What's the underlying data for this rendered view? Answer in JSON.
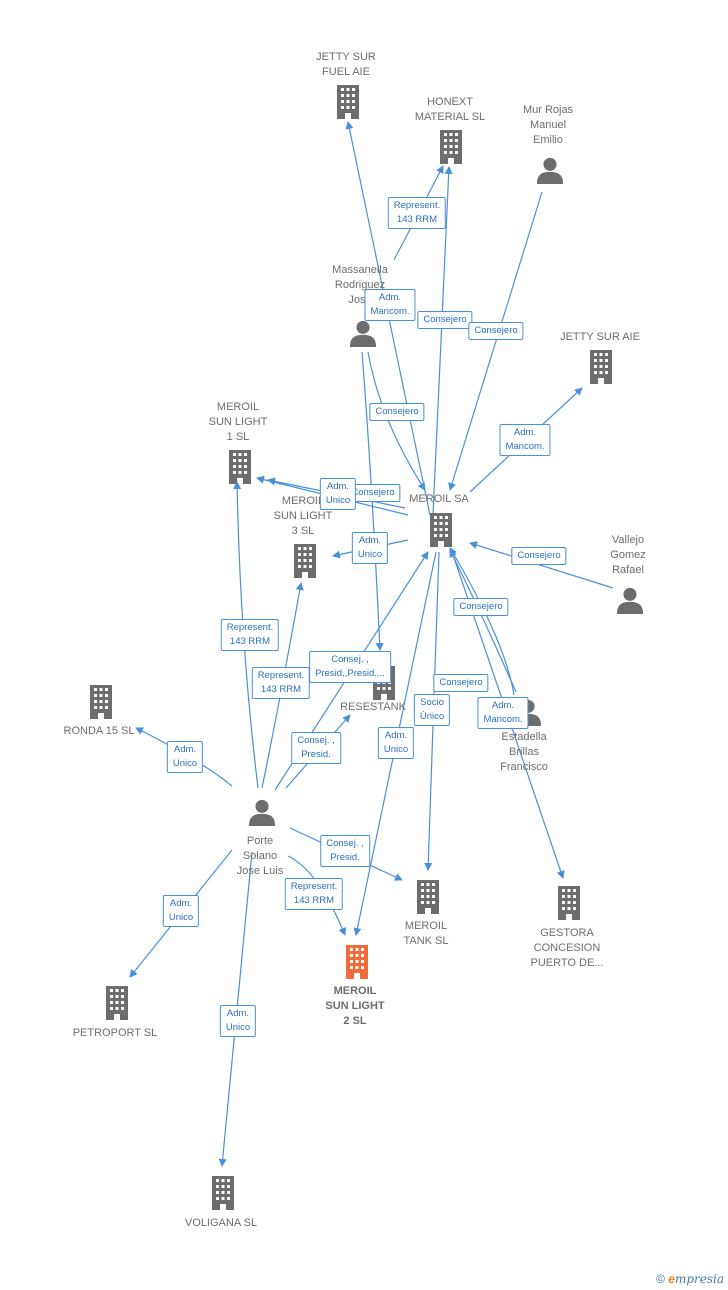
{
  "colors": {
    "edge": "#4a90d9",
    "node": "#6d6d6d",
    "main_node": "#f26b3a",
    "label_text": "#2e6fbd"
  },
  "nodes": [
    {
      "id": "jetty_fuel",
      "label": "JETTY SUR\nFUEL AIE",
      "type": "company"
    },
    {
      "id": "honext",
      "label": "HONEXT\nMATERIAL  SL",
      "type": "company"
    },
    {
      "id": "mur",
      "label": "Mur Rojas\nManuel\nEmilio",
      "type": "person"
    },
    {
      "id": "massanella",
      "label": "Massanella\nRodriguez\nJose",
      "type": "person"
    },
    {
      "id": "jetty_sur",
      "label": "JETTY SUR AIE",
      "type": "company"
    },
    {
      "id": "meroil_sl1",
      "label": "MEROIL\nSUN LIGHT\n1  SL",
      "type": "company"
    },
    {
      "id": "meroil_sa",
      "label": "MEROIL SA",
      "type": "company"
    },
    {
      "id": "meroil_sl3",
      "label": "MEROIL\nSUN LIGHT\n3  SL",
      "type": "company"
    },
    {
      "id": "vallejo",
      "label": "Vallejo\nGomez\nRafael",
      "type": "person"
    },
    {
      "id": "ronda",
      "label": "RONDA 15 SL",
      "type": "company"
    },
    {
      "id": "resestank",
      "label": "RESESTANK",
      "type": "company"
    },
    {
      "id": "estadella",
      "label": "Estadella\nBrillas\nFrancisco",
      "type": "person"
    },
    {
      "id": "porte",
      "label": "Porte\nSolano\nJose Luis",
      "type": "person"
    },
    {
      "id": "meroil_tank",
      "label": "MEROIL\nTANK SL",
      "type": "company"
    },
    {
      "id": "gestora",
      "label": "GESTORA\nCONCESION\nPUERTO DE...",
      "type": "company"
    },
    {
      "id": "meroil_sl2",
      "label": "MEROIL\nSUN LIGHT\n2  SL",
      "type": "main"
    },
    {
      "id": "petroport",
      "label": "PETROPORT SL",
      "type": "company"
    },
    {
      "id": "voligana",
      "label": "VOLIGANA  SL",
      "type": "company"
    }
  ],
  "edges": [
    {
      "from": "massanella",
      "to": "honext",
      "label": "Represent.\n143 RRM"
    },
    {
      "from": "meroil_sa",
      "to": "jetty_fuel",
      "label": "Adm.\nMancom."
    },
    {
      "from": "meroil_sa",
      "to": "honext",
      "label": "Consejero"
    },
    {
      "from": "mur",
      "to": "meroil_sa",
      "label": "Consejero"
    },
    {
      "from": "massanella",
      "to": "meroil_sa",
      "label": "Consejero"
    },
    {
      "from": "meroil_sa",
      "to": "jetty_sur",
      "label": "Adm.\nMancom."
    },
    {
      "from": "meroil_sa",
      "to": "meroil_sl1",
      "label": "Consejero"
    },
    {
      "from": "meroil_sa",
      "to": "meroil_sl1",
      "label": "Adm.\nUnico"
    },
    {
      "from": "meroil_sa",
      "to": "meroil_sl3",
      "label": "Adm.\nUnico"
    },
    {
      "from": "vallejo",
      "to": "meroil_sa",
      "label": "Consejero"
    },
    {
      "from": "estadella",
      "to": "meroil_sa",
      "label": "Consejero"
    },
    {
      "from": "estadella",
      "to": "meroil_sa",
      "label": "Consejero"
    },
    {
      "from": "meroil_sa",
      "to": "gestora",
      "label": "Adm.\nMancom."
    },
    {
      "from": "meroil_sa",
      "to": "meroil_tank",
      "label": "Socio\nÚnico"
    },
    {
      "from": "meroil_sa",
      "to": "meroil_sl2",
      "label": "Adm.\nUnico"
    },
    {
      "from": "porte",
      "to": "meroil_sl1",
      "label": "Represent.\n143 RRM"
    },
    {
      "from": "porte",
      "to": "meroil_sl3",
      "label": "Represent.\n143 RRM"
    },
    {
      "from": "porte",
      "to": "meroil_sa",
      "label": "Consej. ,\nPresid.,Presid...."
    },
    {
      "from": "porte",
      "to": "resestank",
      "label": "Consej. ,\nPresid."
    },
    {
      "from": "porte",
      "to": "ronda",
      "label": "Adm.\nUnico"
    },
    {
      "from": "porte",
      "to": "meroil_tank",
      "label": "Consej. ,\nPresid."
    },
    {
      "from": "porte",
      "to": "meroil_sl2",
      "label": "Represent.\n143 RRM"
    },
    {
      "from": "porte",
      "to": "petroport",
      "label": "Adm.\nUnico"
    },
    {
      "from": "porte",
      "to": "voligana",
      "label": "Adm.\nUnico"
    },
    {
      "from": "massanella",
      "to": "resestank",
      "label": ""
    }
  ],
  "brand": {
    "copyright": "©",
    "e": "e",
    "rest": "mpresia"
  }
}
